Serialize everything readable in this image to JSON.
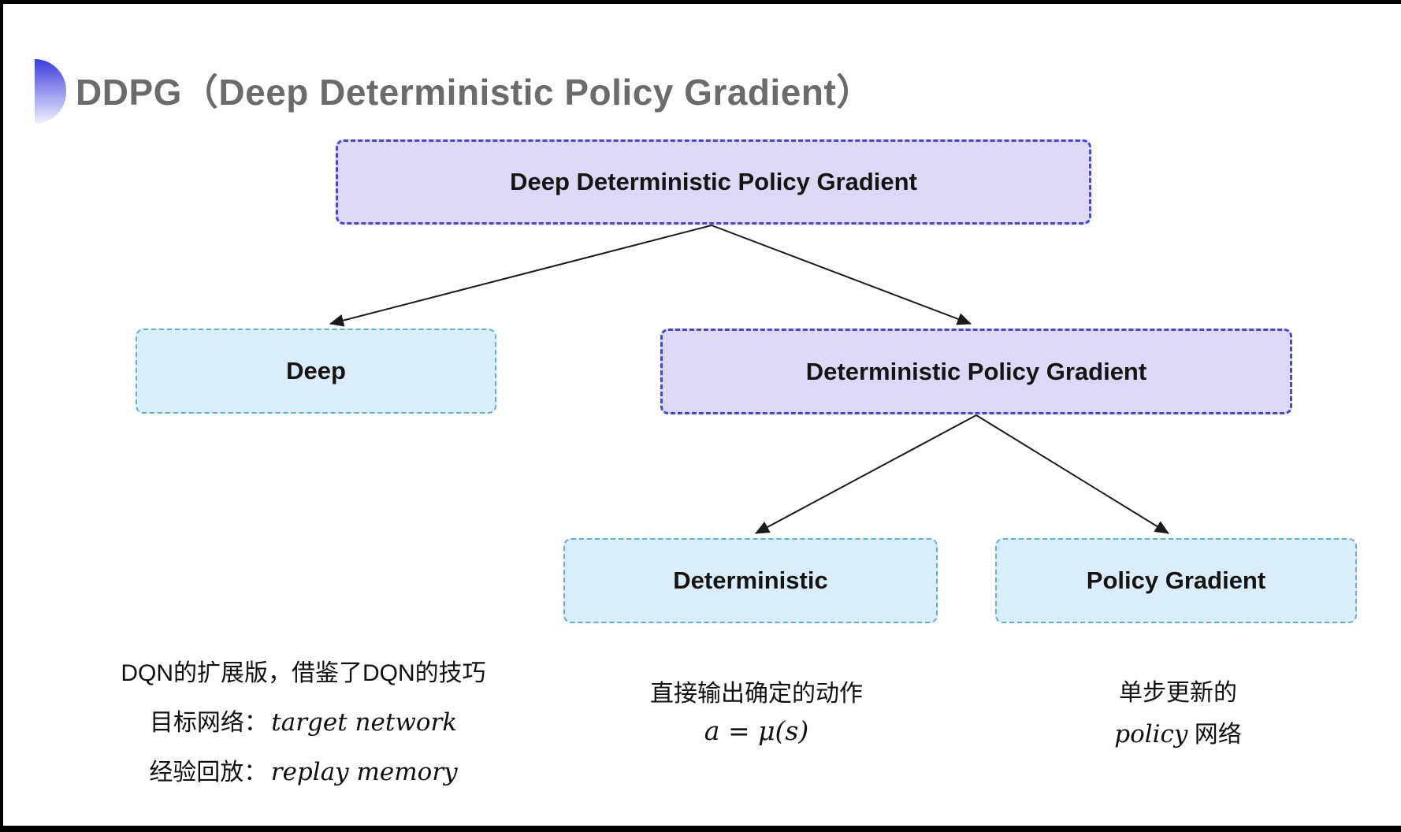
{
  "title": {
    "text": "DDPG（Deep Deterministic Policy Gradient）"
  },
  "tree": {
    "root": {
      "label": "Deep Deterministic Policy Gradient",
      "variant": "purple"
    },
    "deep": {
      "label": "Deep",
      "variant": "cyan"
    },
    "dpg": {
      "label": "Deterministic Policy Gradient",
      "variant": "purple"
    },
    "deterministic": {
      "label": "Deterministic",
      "variant": "cyan"
    },
    "policy_gradient": {
      "label": "Policy Gradient",
      "variant": "cyan"
    }
  },
  "annotations": {
    "deep_notes": {
      "line1": "DQN的扩展版，借鉴了DQN的技巧",
      "line2_label": "目标网络：",
      "line2_term": "target network",
      "line3_label": "经验回放：",
      "line3_term": "replay memory"
    },
    "deterministic_notes": {
      "line1": "直接输出确定的动作",
      "formula": "a = μ(s)"
    },
    "policy_gradient_notes": {
      "line1": "单步更新的",
      "line2_term": "policy",
      "line2_label": " 网络"
    }
  },
  "colors": {
    "purple_fill": "#dcd8f6",
    "purple_border": "#4848cf",
    "cyan_fill": "#d9eefa",
    "cyan_border": "#5fb0e0",
    "title_gray": "#6b6b6b",
    "arrow": "#1a1a1a",
    "bullet_top": "#3c3cdb",
    "bullet_bottom": "#f0f0ff"
  }
}
